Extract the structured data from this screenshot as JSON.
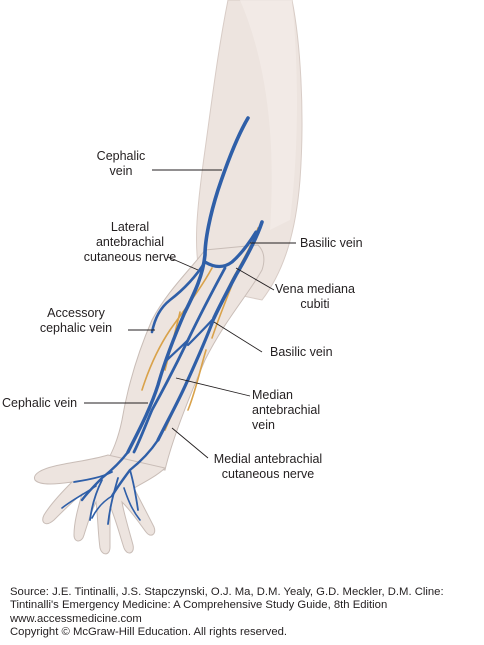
{
  "labels": {
    "cephalic_vein_upper": [
      "Cephalic",
      "vein"
    ],
    "lateral_nerve": [
      "Lateral",
      "antebrachial",
      "cutaneous nerve"
    ],
    "accessory_cephalic": [
      "Accessory",
      "cephalic vein"
    ],
    "cephalic_vein_lower": [
      "Cephalic vein"
    ],
    "basilic_vein_upper": [
      "Basilic vein"
    ],
    "vena_mediana": [
      "Vena mediana",
      "cubiti"
    ],
    "basilic_vein_lower": [
      "Basilic vein"
    ],
    "median_antebrachial": [
      "Median",
      "antebrachial",
      "vein"
    ],
    "medial_nerve": [
      "Medial antebrachial",
      "cutaneous nerve"
    ]
  },
  "source": {
    "line1": "Source: J.E. Tintinalli, J.S. Stapczynski, O.J. Ma, D.M. Yealy, G.D. Meckler, D.M. Cline:",
    "line2": "Tintinalli's Emergency Medicine: A Comprehensive Study Guide, 8th Edition",
    "line3": "www.accessmedicine.com",
    "line4": "Copyright © McGraw-Hill Education.  All rights reserved."
  },
  "colors": {
    "skin": "#ede4df",
    "skin_outline": "#c9bdb7",
    "vein": "#2f5fa8",
    "nerve": "#d9a24a",
    "leader": "#231f20"
  }
}
